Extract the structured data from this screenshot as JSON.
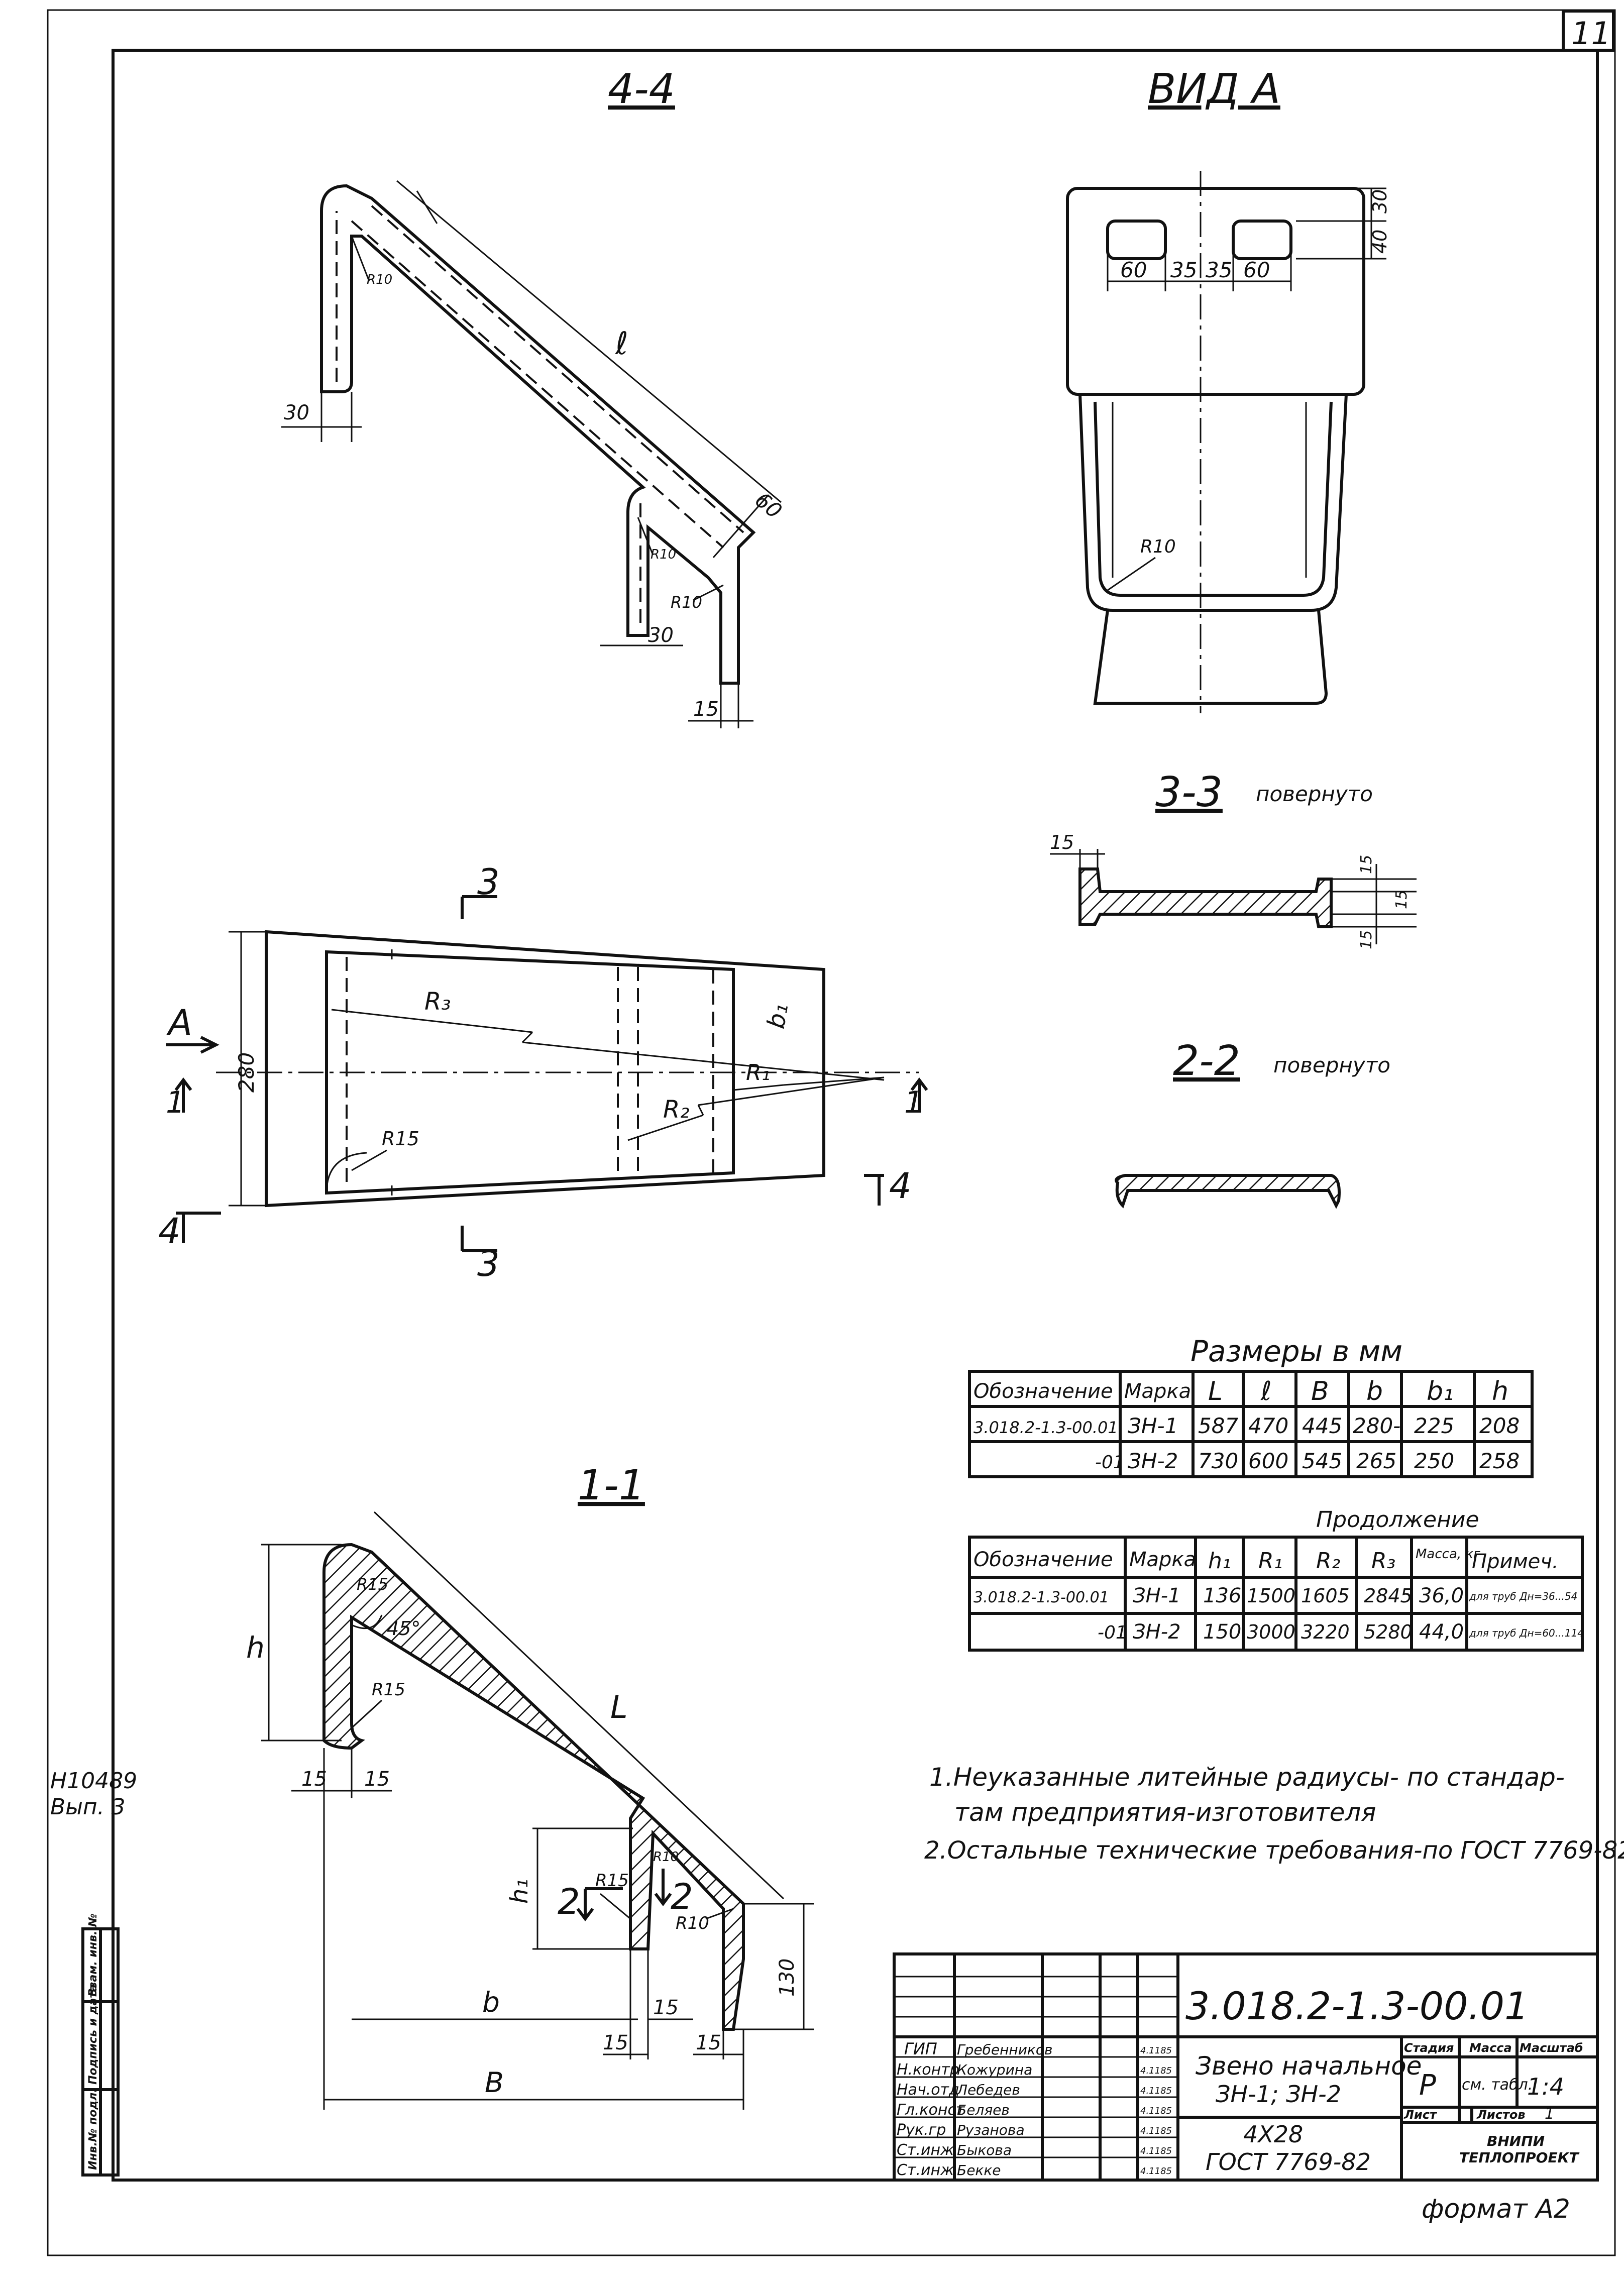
{
  "sheet_number": "11",
  "format_label": "формат А2",
  "side_stamp": {
    "inv": "Н10489",
    "issue": "Вып. 3"
  },
  "left_strip": {
    "labels": [
      "Инв.№ подл.",
      "Подпись и дата",
      "Взам. инв. №"
    ]
  },
  "views": {
    "section_4_4": {
      "title": "4-4",
      "dims": {
        "left_30": "30",
        "bottom_30": "30",
        "bottom_15": "15",
        "r_top": "R10",
        "r_mid": "R10",
        "r_outer": "R10",
        "len": "ℓ",
        "d_60": "60"
      }
    },
    "view_a": {
      "title": "ВИД А",
      "dims": {
        "w1": "60",
        "g1": "35",
        "g2": "35",
        "w2": "60",
        "h_30": "30",
        "h_40": "40",
        "radius": "R10"
      }
    },
    "section_3_3": {
      "title": "3-3",
      "note": "повернуто",
      "dims": {
        "a": "15",
        "b": "15",
        "c": "15",
        "d": "15"
      }
    },
    "section_2_2": {
      "title": "2-2",
      "note": "повернуто"
    },
    "plan": {
      "labels": {
        "cut3_top": "3",
        "cut3_bot": "3",
        "arrow_a": "А",
        "cut1_left": "1",
        "cut1_right": "1",
        "cut4_left": "4",
        "cut4_right": "4",
        "dim_280": "280",
        "r3": "R₃",
        "r2": "R₂",
        "r1": "R₁",
        "b1": "b₁",
        "r15": "R15"
      }
    },
    "section_1_1": {
      "title": "1-1",
      "dims": {
        "h": "h",
        "r15_a": "R15",
        "angle": "45°",
        "r15_b": "R15",
        "len": "L",
        "w15_a": "15",
        "w15_b": "15",
        "h1": "h₁",
        "cut2_a": "2",
        "cut2_b": "2",
        "r15_c": "R15",
        "r10_a": "R10",
        "r10_b": "R10",
        "d130": "130",
        "b": "b",
        "b15_a": "15",
        "b15_b": "15",
        "b15_c": "15",
        "B": "B"
      }
    }
  },
  "table_sizes": {
    "caption": "Размеры в мм",
    "headers": [
      "Обозначение",
      "Марка",
      "L",
      "ℓ",
      "B",
      "b",
      "b₁",
      "h"
    ],
    "rows": [
      [
        "3.018.2-1.3-00.01",
        "ЗН-1",
        "587",
        "470",
        "445",
        "280-",
        "225",
        "208"
      ],
      [
        "-01",
        "ЗН-2",
        "730",
        "600",
        "545",
        "265",
        "250",
        "258"
      ]
    ]
  },
  "table_cont": {
    "caption": "Продолжение",
    "headers": [
      "Обозначение",
      "Марка",
      "h₁",
      "R₁",
      "R₂",
      "R₃",
      "Масса, кг",
      "Примеч."
    ],
    "rows": [
      [
        "3.018.2-1.3-00.01",
        "ЗН-1",
        "136",
        "1500",
        "1605",
        "2845",
        "36,0",
        "для труб Дн=36...54"
      ],
      [
        "-01",
        "ЗН-2",
        "150",
        "3000",
        "3220",
        "5280",
        "44,0",
        "для труб Дн=60...114"
      ]
    ]
  },
  "notes": [
    "1.Неуказанные литейные радиусы- по стандар-",
    "там предприятия-изготовителя",
    "2.Остальные технические требования-по ГОСТ 7769-82"
  ],
  "title_block": {
    "code": "3.018.2-1.3-00.01",
    "name_line1": "Звено начальное",
    "name_line2": "ЗН-1; ЗН-2",
    "material_line1": "4Х28",
    "material_line2": "ГОСТ 7769-82",
    "stage_header": "Стадия",
    "mass_header": "Масса",
    "scale_header": "Масштаб",
    "stage": "Р",
    "mass": "см. табл.",
    "scale": "1:4",
    "sheet_label": "Лист",
    "sheets_label": "Листов",
    "sheets_count": "1",
    "org_line1": "ВНИПИ",
    "org_line2": "ТЕПЛОПРОЕКТ",
    "people": [
      {
        "role": "ГИП",
        "name": "Гребенников",
        "date": "4.1185"
      },
      {
        "role": "Н.контр",
        "name": "Кожурина",
        "date": "4.1185"
      },
      {
        "role": "Нач.отд",
        "name": "Лебедев",
        "date": "4.1185"
      },
      {
        "role": "Гл.конст",
        "name": "Беляев",
        "date": "4.1185"
      },
      {
        "role": "Рук.гр",
        "name": "Рузанова",
        "date": "4.1185"
      },
      {
        "role": "Ст.инж",
        "name": "Быкова",
        "date": "4.1185"
      },
      {
        "role": "Ст.инж",
        "name": "Бекке",
        "date": "4.1185"
      }
    ]
  }
}
